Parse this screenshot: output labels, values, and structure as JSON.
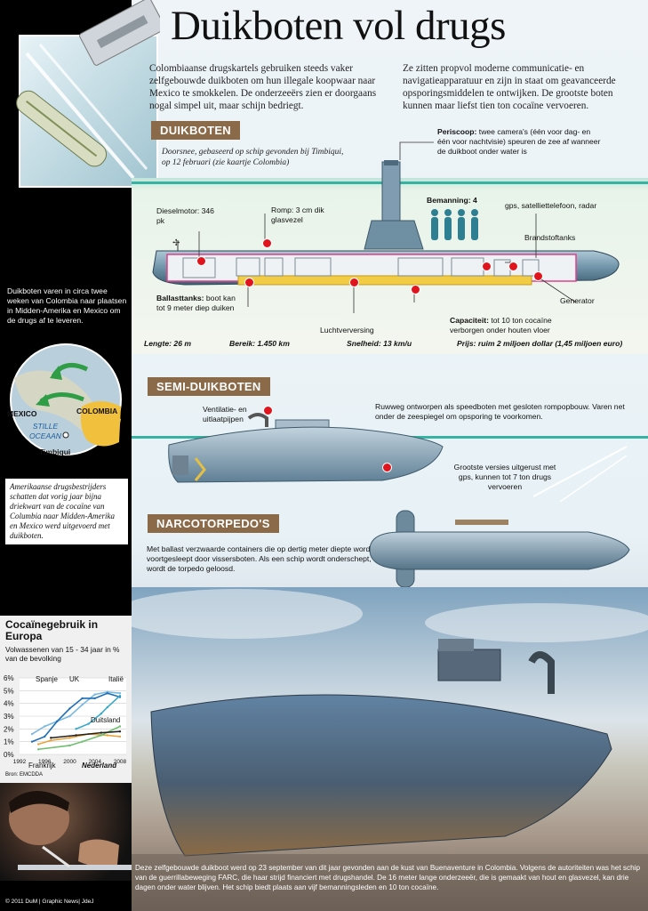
{
  "title": "Duikboten vol drugs",
  "intro_left": "Colombiaanse drugskartels gebruiken steeds vaker zelfgebouwde duikboten om hun illegale koopwaar naar Mexico te smokkelen. De onderzeeërs zien er doorgaans nogal simpel uit, maar schijn bedriegt.",
  "intro_right": "Ze zitten propvol moderne communicatie- en navigatieapparatuur en zijn in staat om geavanceerde opsporingsmiddelen te ontwijken. De grootste boten kunnen maar liefst tien ton cocaïne vervoeren.",
  "duikboten": {
    "heading": "DUIKBOTEN",
    "subtitle": "Doorsnee, gebaseerd op schip gevonden bij Timbiqui, op 12 februari (zie kaartje Colombia)",
    "periscoop_bold": "Periscoop:",
    "periscoop_text": " twee camera's (één voor dag- en één voor nachtvisie) speuren de zee af wanneer de duikboot onder water is",
    "bemanning": "Bemanning: 4",
    "gps": "gps, satelliettelefoon, radar",
    "brandstof": "Brandstoftanks",
    "dieselmotor": "Dieselmotor: 346 pk",
    "romp": "Romp: 3 cm dik glasvezel",
    "ballast_bold": "Ballasttanks:",
    "ballast_text": " boot kan tot 9 meter diep duiken",
    "generator": "Generator",
    "lucht": "Luchtverversing",
    "capaciteit_bold": "Capaciteit:",
    "capaciteit_text": " tot 10 ton cocaïne verborgen onder houten vloer",
    "lengte": "Lengte: 26 m",
    "bereik": "Bereik: 1.450 km",
    "snelheid": "Snelheid: 13 km/u",
    "prijs": "Prijs: ruim 2 miljoen dollar (1,45 miljoen euro)"
  },
  "semi": {
    "heading": "SEMI-DUIKBOTEN",
    "ventilatie": "Ventilatie- en uitlaatpijpen",
    "desc": "Ruwweg ontworpen als speedboten met gesloten rompopbouw. Varen net onder de zeespiegel om opsporing te voorkomen.",
    "grootste": "Grootste versies uitgerust met gps, kunnen tot 7 ton drugs vervoeren"
  },
  "narco": {
    "heading": "NARCOTORPEDO'S",
    "desc": "Met ballast verzwaarde containers die op dertig meter diepte worden voortgesleept door vissersboten. Als een schip wordt onderschept, wordt de torpedo geloosd."
  },
  "sidebar": {
    "route_text": "Duikboten varen in circa twee weken van Colombia naar plaatsen in Midden-Amerika en Mexico om de drugs af te leveren.",
    "map_mexico": "MEXICO",
    "map_colombia": "COLOMBIA",
    "map_ocean": "STILLE OCEAAN",
    "map_timbiqui": "Timbiqui",
    "note": "Amerikaanse drugsbestrijders schatten dat vorig jaar bijna driekwart van de cocaïne van Columbia naar Midden-Amerika en Mexico werd uitgevoerd met duikboten.",
    "chart_title": "Cocaïnegebruik in Europa",
    "chart_sub": "Volwassenen van 15 - 34 jaar in % van de bevolking",
    "source": "Bron: EMCDDA",
    "copyright": "© 2011 DuM | Graphic News| JdeJ"
  },
  "photo_caption": "Deze zelfgebouwde duikboot werd op 23 september van dit jaar gevonden aan de kust van Buenaventure in Colombia. Volgens de autoriteiten was het schip van de guerrillabeweging FARC, die haar strijd financiert met drugshandel. De 16 meter lange onderzeeër, die is gemaakt van hout en glasvezel, kan drie dagen onder water blijven. Het schip biedt plaats aan vijf bemanningsleden en 10 ton cocaïne.",
  "chart_data": {
    "type": "line",
    "title": "Cocaïnegebruik in Europa",
    "subtitle": "Volwassenen van 15 - 34 jaar in % van de bevolking",
    "x_ticks": [
      "1992",
      "1996",
      "2000",
      "2004",
      "2008"
    ],
    "y_ticks": [
      "0%",
      "1%",
      "2%",
      "3%",
      "4%",
      "5%",
      "6%"
    ],
    "ylim": [
      0,
      6
    ],
    "xlim": [
      1992,
      2009
    ],
    "series": [
      {
        "name": "Spanje",
        "color": "#7ab8e0",
        "x": [
          1994,
          1996,
          1998,
          2000,
          2002,
          2004,
          2006,
          2008
        ],
        "y": [
          1.6,
          2.2,
          2.6,
          3.0,
          3.9,
          4.7,
          4.9,
          4.8
        ]
      },
      {
        "name": "UK",
        "color": "#1f6fb8",
        "x": [
          1994,
          1996,
          1998,
          2000,
          2002,
          2004,
          2006,
          2008
        ],
        "y": [
          1.0,
          1.4,
          2.6,
          3.6,
          4.4,
          4.4,
          4.8,
          4.5
        ]
      },
      {
        "name": "Italië",
        "color": "#39a9c9",
        "x": [
          2001,
          2003,
          2005,
          2006,
          2008
        ],
        "y": [
          2.0,
          2.4,
          3.2,
          3.7,
          4.6
        ]
      },
      {
        "name": "Duitsland",
        "color": "#e7a33a",
        "x": [
          1995,
          1997,
          2000,
          2003,
          2006,
          2008
        ],
        "y": [
          0.8,
          1.1,
          1.3,
          1.6,
          1.5,
          1.4
        ]
      },
      {
        "name": "Frankrijk",
        "color": "#6fbf6f",
        "x": [
          1995,
          2000,
          2002,
          2005,
          2008
        ],
        "y": [
          0.4,
          0.7,
          1.0,
          1.5,
          2.2
        ]
      },
      {
        "name": "Nederland",
        "color": "#222222",
        "x": [
          1997,
          2001,
          2005,
          2008
        ],
        "y": [
          1.3,
          1.5,
          1.7,
          1.8
        ]
      }
    ]
  },
  "colors": {
    "accent": "#8a6a49",
    "marker": "#e0141c",
    "sea": "#1fa39a"
  }
}
